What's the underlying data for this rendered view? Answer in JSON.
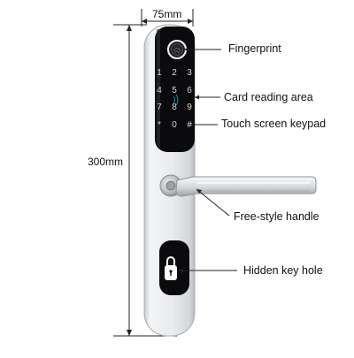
{
  "dimensions": {
    "width_label": "75mm",
    "height_label": "300mm"
  },
  "keypad": {
    "keys": [
      "1",
      "2",
      "3",
      "4",
      "5",
      "6",
      "7",
      "8",
      "9",
      "*",
      "0",
      "#"
    ]
  },
  "callouts": {
    "fingerprint": "Fingerprint",
    "card_reading": "Card reading area",
    "touch_keypad": "Touch screen keypad",
    "handle": "Free-style handle",
    "key_hole": "Hidden key hole"
  },
  "colors": {
    "body": "#e6e8ea",
    "screen": "#0b0b0d",
    "key_text": "#d9d9d9",
    "accent": "#0a8fa6"
  }
}
